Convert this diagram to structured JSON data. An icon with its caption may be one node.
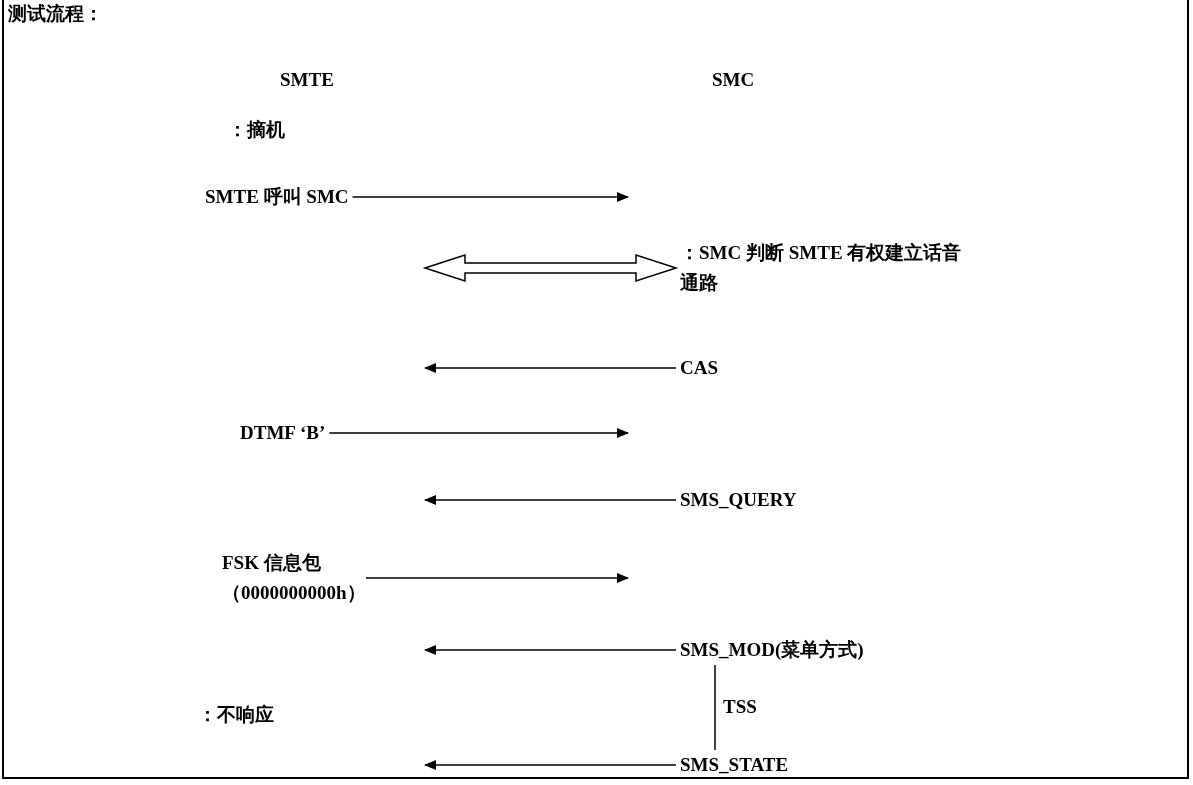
{
  "diagram": {
    "title": "测试流程：",
    "nodes": [
      {
        "text": [
          "SMTE"
        ]
      },
      {
        "text": [
          "SMC"
        ]
      },
      {
        "text": [
          "：摘机"
        ]
      },
      {
        "text": [
          "SMTE 呼叫 SMC"
        ]
      },
      {
        "text": [
          "：SMC 判断 SMTE 有权建立话音通路"
        ]
      },
      {
        "text": [
          "CAS"
        ]
      },
      {
        "text": [
          "DTMF ‘B’"
        ]
      },
      {
        "text": [
          "SMS_QUERY"
        ]
      },
      {
        "text": [
          "FSK 信息包（0000000000h）"
        ]
      },
      {
        "text": [
          "SMS_MOD(菜单方式)"
        ]
      },
      {
        "text": [
          "：不响应"
        ]
      },
      {
        "text": [
          "SMS_STATE"
        ]
      }
    ],
    "edges": [
      {
        "from": 3,
        "to": null,
        "arrow": "to"
      },
      {
        "from": null,
        "to": 4,
        "arrow": "both"
      },
      {
        "from": 5,
        "to": null,
        "arrow": "to"
      },
      {
        "from": 6,
        "to": null,
        "arrow": "to"
      },
      {
        "from": 7,
        "to": null,
        "arrow": "to"
      },
      {
        "from": 8,
        "to": null,
        "arrow": "to"
      },
      {
        "from": 9,
        "to": null,
        "arrow": "to"
      },
      {
        "from": 9,
        "to": 11,
        "arrow": "none",
        "label": "TSS"
      },
      {
        "from": 11,
        "to": null,
        "arrow": "to"
      }
    ]
  }
}
